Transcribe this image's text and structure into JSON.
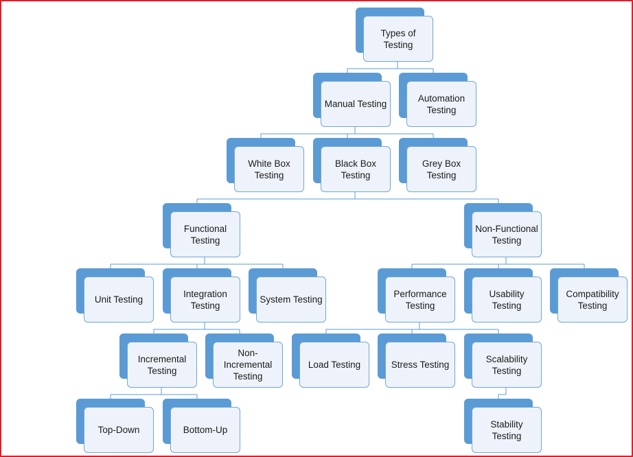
{
  "diagram": {
    "nodes": [
      {
        "id": "types",
        "label": "Types of Testing"
      },
      {
        "id": "manual",
        "label": "Manual Testing"
      },
      {
        "id": "automation",
        "label": "Automation Testing"
      },
      {
        "id": "whitebox",
        "label": "White Box Testing"
      },
      {
        "id": "blackbox",
        "label": "Black Box Testing"
      },
      {
        "id": "greybox",
        "label": "Grey Box Testing"
      },
      {
        "id": "functional",
        "label": "Functional Testing"
      },
      {
        "id": "nonfunctional",
        "label": "Non-Functional Testing"
      },
      {
        "id": "unit",
        "label": "Unit Testing"
      },
      {
        "id": "integration",
        "label": "Integration Testing"
      },
      {
        "id": "system",
        "label": "System Testing"
      },
      {
        "id": "performance",
        "label": "Performance Testing"
      },
      {
        "id": "usability",
        "label": "Usability Testing"
      },
      {
        "id": "compatibility",
        "label": "Compatibility Testing"
      },
      {
        "id": "incremental",
        "label": "Incremental Testing"
      },
      {
        "id": "nonincremental",
        "label": "Non-Incremental Testing"
      },
      {
        "id": "load",
        "label": "Load Testing"
      },
      {
        "id": "stress",
        "label": "Stress Testing"
      },
      {
        "id": "scalability",
        "label": "Scalability Testing"
      },
      {
        "id": "topdown",
        "label": "Top-Down"
      },
      {
        "id": "bottomup",
        "label": "Bottom-Up"
      },
      {
        "id": "stability",
        "label": "Stability Testing"
      }
    ],
    "edges": [
      [
        "types",
        "manual"
      ],
      [
        "types",
        "automation"
      ],
      [
        "manual",
        "whitebox"
      ],
      [
        "manual",
        "blackbox"
      ],
      [
        "manual",
        "greybox"
      ],
      [
        "blackbox",
        "functional"
      ],
      [
        "blackbox",
        "nonfunctional"
      ],
      [
        "functional",
        "unit"
      ],
      [
        "functional",
        "integration"
      ],
      [
        "functional",
        "system"
      ],
      [
        "nonfunctional",
        "performance"
      ],
      [
        "nonfunctional",
        "usability"
      ],
      [
        "nonfunctional",
        "compatibility"
      ],
      [
        "integration",
        "incremental"
      ],
      [
        "integration",
        "nonincremental"
      ],
      [
        "performance",
        "load"
      ],
      [
        "performance",
        "stress"
      ],
      [
        "performance",
        "scalability"
      ],
      [
        "incremental",
        "topdown"
      ],
      [
        "incremental",
        "bottomup"
      ],
      [
        "scalability",
        "stability"
      ]
    ],
    "colors": {
      "border": "#e01e2b",
      "shadow_box": "#5b9bd5",
      "card_fill": "#eef3fb",
      "card_border": "#6fa5d8",
      "connector": "#5b9bd5"
    }
  }
}
